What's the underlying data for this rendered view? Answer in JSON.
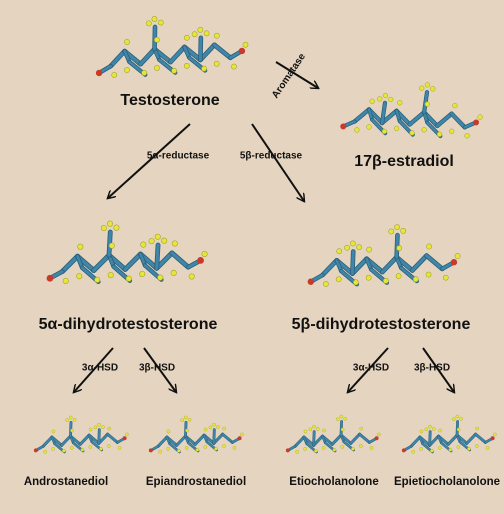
{
  "compounds": {
    "testosterone": "Testosterone",
    "estradiol": "17β-estradiol",
    "dht_alpha": "5α-dihydrotestosterone",
    "dht_beta": "5β-dihydrotestosterone",
    "androstanediol": "Androstanediol",
    "epiandrostanediol": "Epiandrostanediol",
    "etiocholanolone": "Etiocholanolone",
    "epietiocholanolone": "Epietiocholanolone"
  },
  "enzymes": {
    "aromatase": "Aromatase",
    "reductase_alpha": "5α-reductase",
    "reductase_beta": "5β-reductase",
    "hsd_3a_left": "3α-HSD",
    "hsd_3b_left": "3β-HSD",
    "hsd_3a_right": "3α-HSD",
    "hsd_3b_right": "3β-HSD"
  },
  "colors": {
    "background": "#e5d5c0",
    "bond": "#3f86a8",
    "hydrogen": "#e6e63a",
    "oxygen": "#c83a2a",
    "arrow": "#111111"
  }
}
